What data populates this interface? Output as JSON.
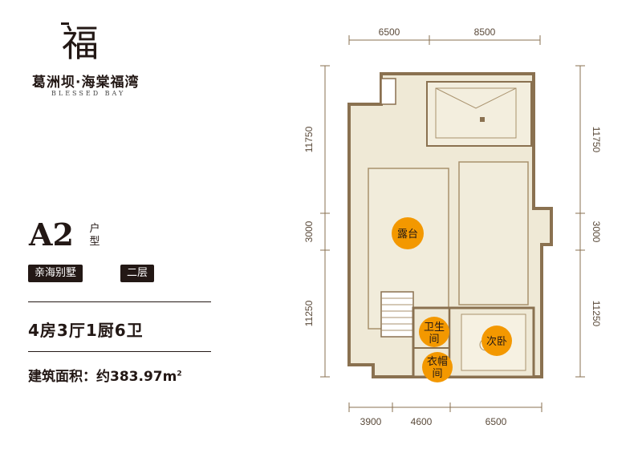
{
  "brand": {
    "logo_char": "福",
    "name_cn": "葛洲坝·海棠福湾",
    "name_en": "BLESSED BAY"
  },
  "unit": {
    "code": "A2",
    "suffix_top": "户",
    "suffix_bottom": "型",
    "tag_type": "亲海别墅",
    "tag_floor": "二层",
    "layout": "4房3厅1厨6卫",
    "area_label": "建筑面积：约383.97",
    "area_unit": "m",
    "area_unit_sup": "2"
  },
  "plan": {
    "top_dims": [
      "6500",
      "8500"
    ],
    "bottom_dims": [
      "3900",
      "4600",
      "6500"
    ],
    "left_dims": [
      "11750",
      "3000",
      "11250"
    ],
    "right_dims": [
      "11750",
      "3000",
      "11250"
    ],
    "rooms": {
      "terrace": "露台",
      "bath_line1": "卫生",
      "bath_line2": "间",
      "closet_line1": "衣帽",
      "closet_line2": "间",
      "bedroom": "次卧"
    }
  },
  "colors": {
    "floor_fill": "#efe9d6",
    "wall": "#8a7150",
    "room_badge": "#f39800",
    "dim_line": "#8a7150",
    "tag_bg": "#231815"
  }
}
